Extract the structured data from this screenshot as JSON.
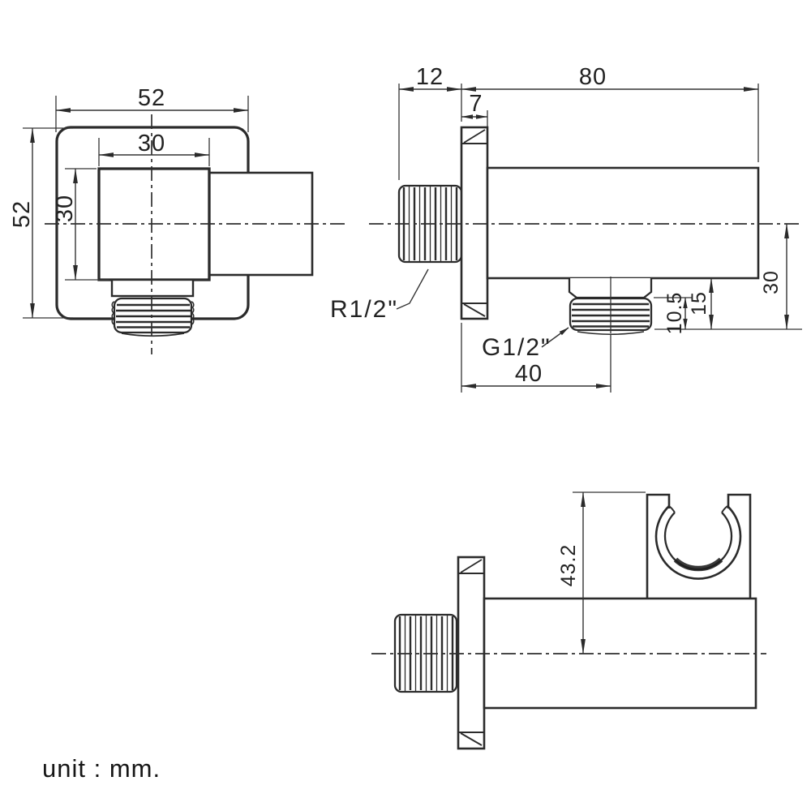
{
  "drawing_type": "technical-dimension-drawing",
  "colors": {
    "line": "#2b2b2b",
    "background": "#ffffff"
  },
  "front": {
    "width": "52",
    "height": "52",
    "inner_width": "30",
    "inner_height": "30"
  },
  "side": {
    "inlet_thread_length": "12",
    "body_length": "80",
    "flange_thickness": "7",
    "inlet_thread_label": "R1/2\"",
    "outlet_thread_label": "G1/2\"",
    "outlet_offset": "40",
    "outlet_thread_length": "10.5",
    "outlet_protrusion": "15",
    "axis_to_outlet_end": "30"
  },
  "bottom": {
    "axis_to_bracket_top": "43.2"
  },
  "footer": {
    "unit_label": "unit : mm."
  }
}
